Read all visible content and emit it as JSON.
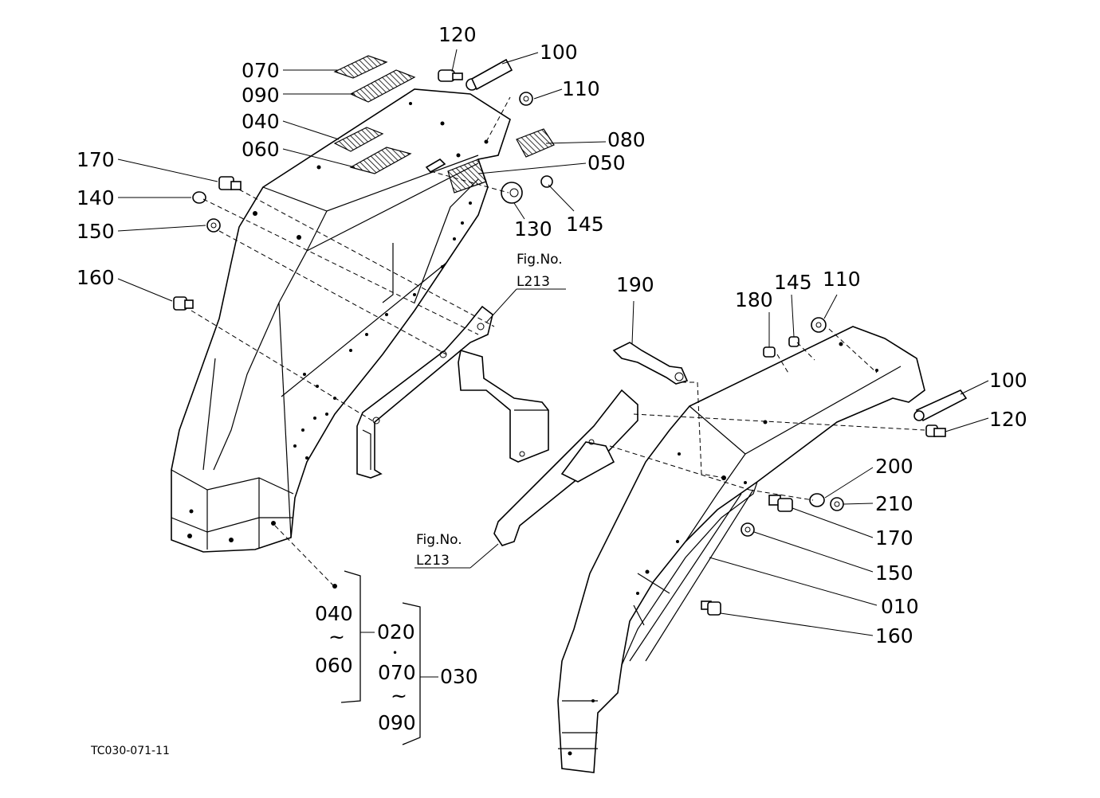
{
  "diagram": {
    "code": "TC030-071-11",
    "figure_refs": [
      {
        "line1": "Fig.No.",
        "line2": "L213"
      },
      {
        "line1": "Fig.No.",
        "line2": "L213"
      }
    ],
    "left_labels": {
      "l070": "070",
      "l090": "090",
      "l040": "040",
      "l060": "060",
      "l120": "120",
      "l100": "100",
      "l110": "110",
      "l080": "080",
      "l050": "050",
      "l170": "170",
      "l140": "140",
      "l150": "150",
      "l160": "160",
      "l130": "130",
      "l145": "145"
    },
    "right_labels": {
      "r190": "190",
      "r180": "180",
      "r145": "145",
      "r110": "110",
      "r100": "100",
      "r120": "120",
      "r200": "200",
      "r210": "210",
      "r170": "170",
      "r150": "150",
      "r010": "010",
      "r160": "160"
    },
    "kit": {
      "k040": "040",
      "ktilde1": "~",
      "k060": "060",
      "k020": "020",
      "kdot": "•",
      "k070": "070",
      "ktilde2": "~",
      "k090": "090",
      "k030": "030"
    }
  }
}
